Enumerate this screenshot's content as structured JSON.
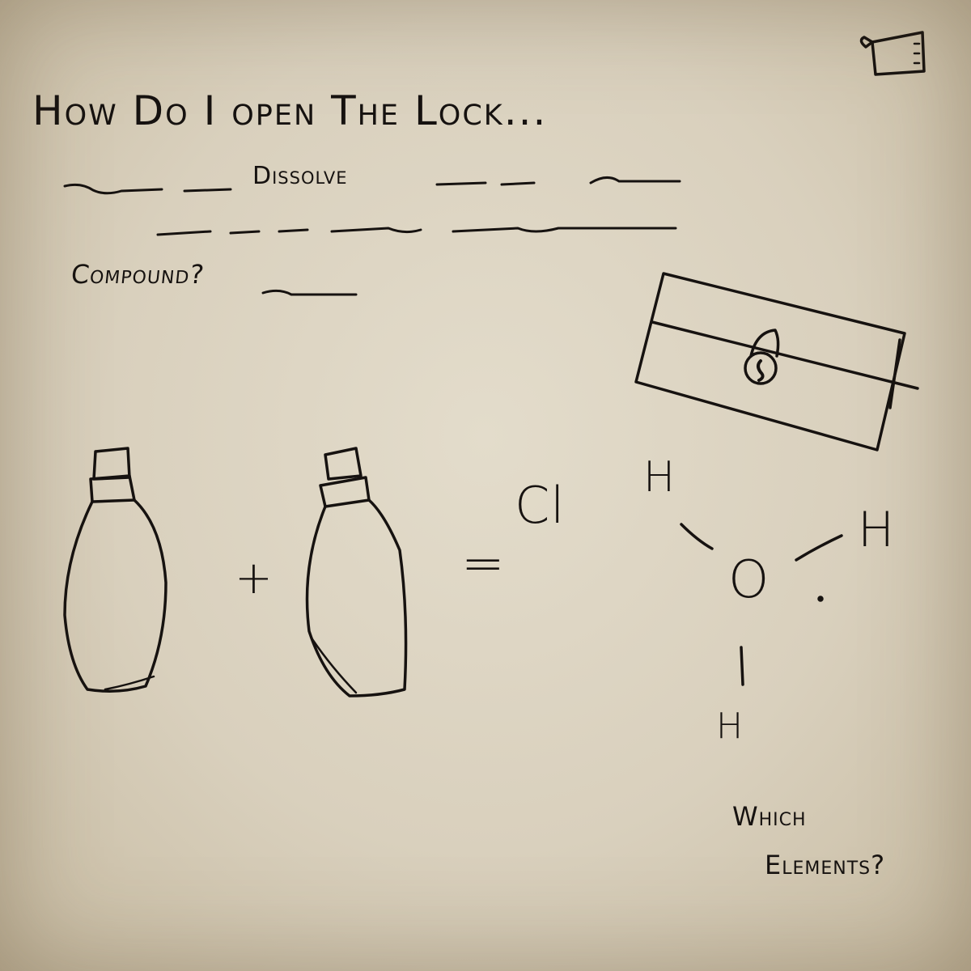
{
  "note": {
    "title": "How Do I open The Lock...",
    "hint_word": "Dissolve",
    "question": "Compound?",
    "equation": {
      "plus": "+",
      "equals": "=",
      "result": "Cl"
    },
    "molecule": {
      "atom_top_left": "H",
      "atom_right": "H",
      "atom_center": "O",
      "atom_bottom": "H"
    },
    "prompt_line_1": "Which",
    "prompt_line_2": "Elements?"
  },
  "icons": {
    "corner": "page-curl-icon",
    "chest": "locked-chest-icon",
    "bottles": "potion-bottle-icon"
  },
  "colors": {
    "paper": "#d8cfbd",
    "ink": "#161210"
  }
}
